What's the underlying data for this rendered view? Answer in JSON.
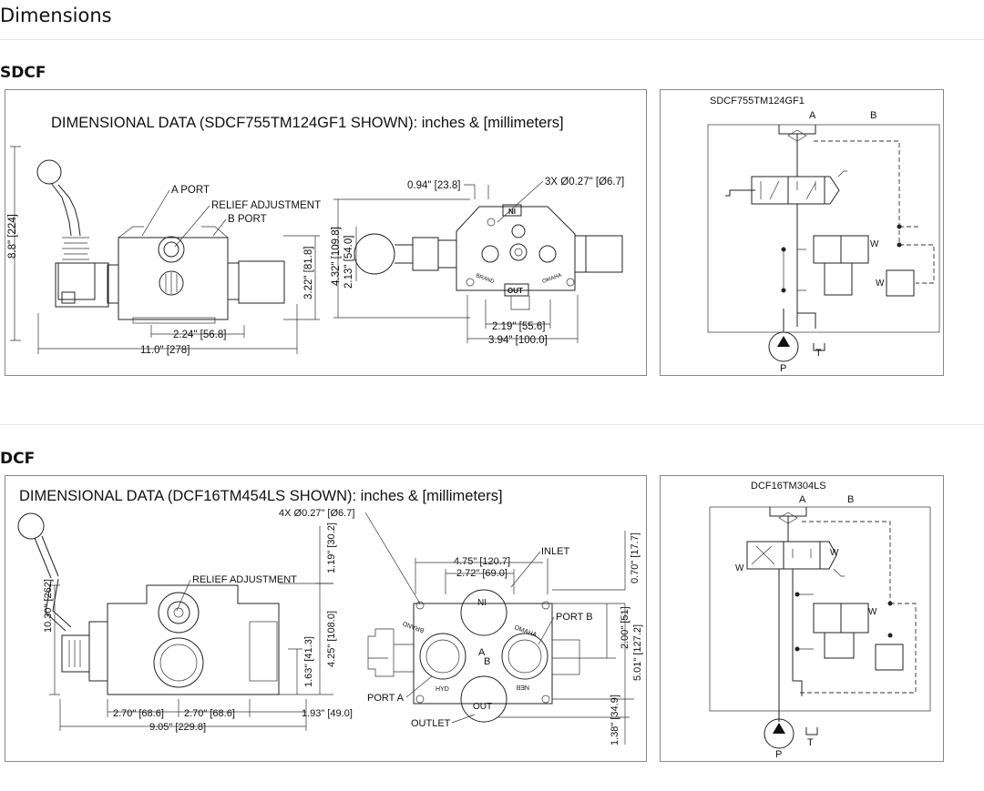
{
  "page": {
    "title": "Dimensions"
  },
  "sdcf": {
    "heading": "SDCF",
    "dimensional": {
      "title": "DIMENSIONAL DATA (SDCF755TM124GF1 SHOWN): inches & [millimeters]",
      "labels": {
        "a_port": "A PORT",
        "relief_adjustment": "RELIEF ADJUSTMENT",
        "b_port": "B PORT",
        "height_overall": "8.8\" [224]",
        "width_224": "2.24\" [56.8]",
        "length_overall": "11.0\" [278]",
        "height_322": "3.22\" [81.8]",
        "height_432": "4.32\" [109.8]",
        "height_213": "2.13\" [54.0]",
        "offset_094": "0.94\" [23.8]",
        "holes": "3X Ø0.27\" [Ø6.7]",
        "width_219": "2.19\" [55.6]",
        "width_394": "3.94\" [100.0]",
        "ni": "NI",
        "out": "OUT",
        "brand": "BRAND",
        "omaha": "OMAHA"
      }
    },
    "schematic": {
      "model": "SDCF755TM124GF1",
      "port_a": "A",
      "port_b": "B",
      "port_p": "P",
      "port_t": "T",
      "w1": "W",
      "w2": "W"
    }
  },
  "dcf": {
    "heading": "DCF",
    "dimensional": {
      "title": "DIMENSIONAL DATA (DCF16TM454LS SHOWN): inches & [millimeters]",
      "labels": {
        "holes": "4X Ø0.27\" [Ø6.7]",
        "relief_adjustment": "RELIEF ADJUSTMENT",
        "height_1030": "10.30\" [262]",
        "height_119": "1.19\" [30.2]",
        "height_425": "4.25\" [108.0]",
        "height_163": "1.63\" [41.3]",
        "width_270_a": "2.70\" [68.6]",
        "width_270_b": "2.70\" [68.6]",
        "width_193": "1.93\" [49.0]",
        "width_905": "9.05\" [229.8]",
        "width_475": "4.75\" [120.7]",
        "width_272": "2.72\" [69.0]",
        "inlet": "INLET",
        "port_b": "PORT B",
        "port_a": "PORT A",
        "outlet": "OUTLET",
        "height_070": "0.70\" [17.7]",
        "height_200": "2.00\" [51]",
        "height_501": "5.01\" [127.2]",
        "height_138": "1.38\" [34.9]",
        "ni": "NI",
        "out": "OUT",
        "a": "A",
        "b": "B",
        "brand": "BRAND",
        "omaha": "OMAHA",
        "hyd": "HYD",
        "neb": "NEB"
      }
    },
    "schematic": {
      "model": "DCF16TM304LS",
      "port_a": "A",
      "port_b": "B",
      "port_p": "P",
      "port_t": "T",
      "w1": "W",
      "w2": "W",
      "w3": "W"
    }
  }
}
